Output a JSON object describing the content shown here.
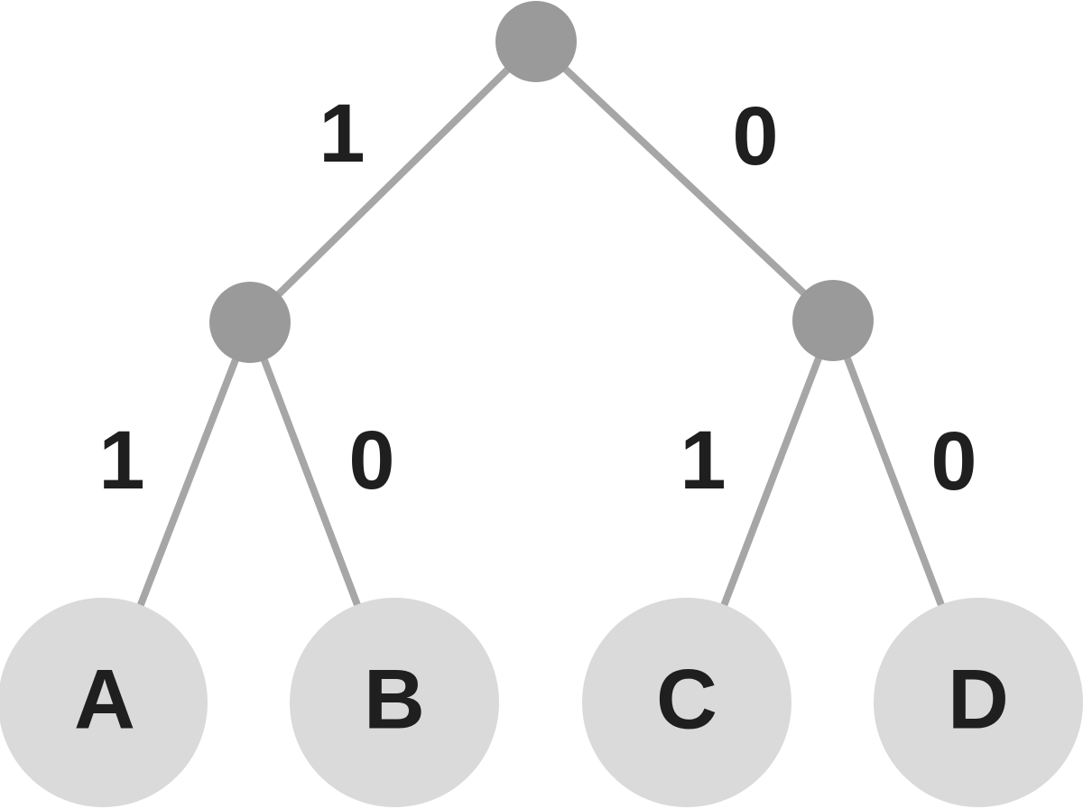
{
  "diagram": {
    "type": "binary-code-tree"
  },
  "colors": {
    "background": "#ffffff",
    "internal_node": "#9a9a9a",
    "leaf_node": "#dadada",
    "edge": "#a6a6a6",
    "label_text": "#1f1f1f"
  },
  "tree": {
    "root": {
      "id": "root"
    },
    "internal_nodes": [
      {
        "id": "left-internal"
      },
      {
        "id": "right-internal"
      }
    ],
    "edges": [
      {
        "from": "root",
        "to": "left-internal",
        "label": "1"
      },
      {
        "from": "root",
        "to": "right-internal",
        "label": "0"
      },
      {
        "from": "left-internal",
        "to": "leaf-a",
        "label": "1"
      },
      {
        "from": "left-internal",
        "to": "leaf-b",
        "label": "0"
      },
      {
        "from": "right-internal",
        "to": "leaf-c",
        "label": "1"
      },
      {
        "from": "right-internal",
        "to": "leaf-d",
        "label": "0"
      }
    ],
    "leaves": [
      {
        "id": "leaf-a",
        "label": "A"
      },
      {
        "id": "leaf-b",
        "label": "B"
      },
      {
        "id": "leaf-c",
        "label": "C"
      },
      {
        "id": "leaf-d",
        "label": "D"
      }
    ]
  }
}
